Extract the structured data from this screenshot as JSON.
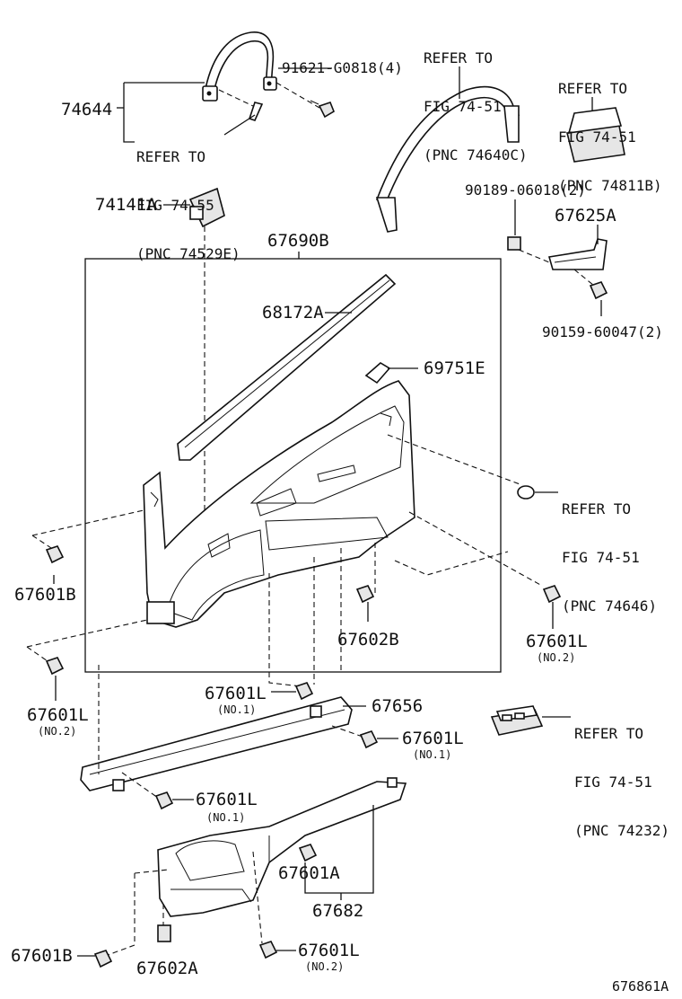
{
  "labels": {
    "p74644": "74644",
    "p91621": "91621-G0818(4)",
    "p74141A": "74141A",
    "p67690B": "67690B",
    "p68172A": "68172A",
    "p69751E": "69751E",
    "p90189": "90189-06018(2)",
    "p67625A": "67625A",
    "p90159": "90159-60047(2)",
    "p67601B_a": "67601B",
    "p67602B": "67602B",
    "p67601L_right": "67601L",
    "p67601L_left": "67601L",
    "p67601L_no1_top": "67601L",
    "p67656": "67656",
    "p67601L_no1_mid": "67601L",
    "p67601L_no1_low": "67601L",
    "p67601A": "67601A",
    "p67682": "67682",
    "p67601B_b": "67601B",
    "p67602A": "67602A",
    "p67601L_no2_bot": "67601L"
  },
  "notes": {
    "no2_right": "(NO.2)",
    "no2_left": "(NO.2)",
    "no1_top": "(NO.1)",
    "no1_mid": "(NO.1)",
    "no1_low": "(NO.1)",
    "no2_bot": "(NO.2)"
  },
  "refs": {
    "r74529E": [
      "REFER TO",
      "FIG 74-55",
      "(PNC 74529E)"
    ],
    "r74640C": [
      "REFER TO",
      "FIG 74-51",
      "(PNC 74640C)"
    ],
    "r74811B": [
      "REFER TO",
      "FIG 74-51",
      "(PNC 74811B)"
    ],
    "r74646": [
      "REFER TO",
      "FIG 74-51",
      "(PNC 74646)"
    ],
    "r74232": [
      "REFER TO",
      "FIG 74-51",
      "(PNC 74232)"
    ]
  },
  "figure_code": "676861A"
}
